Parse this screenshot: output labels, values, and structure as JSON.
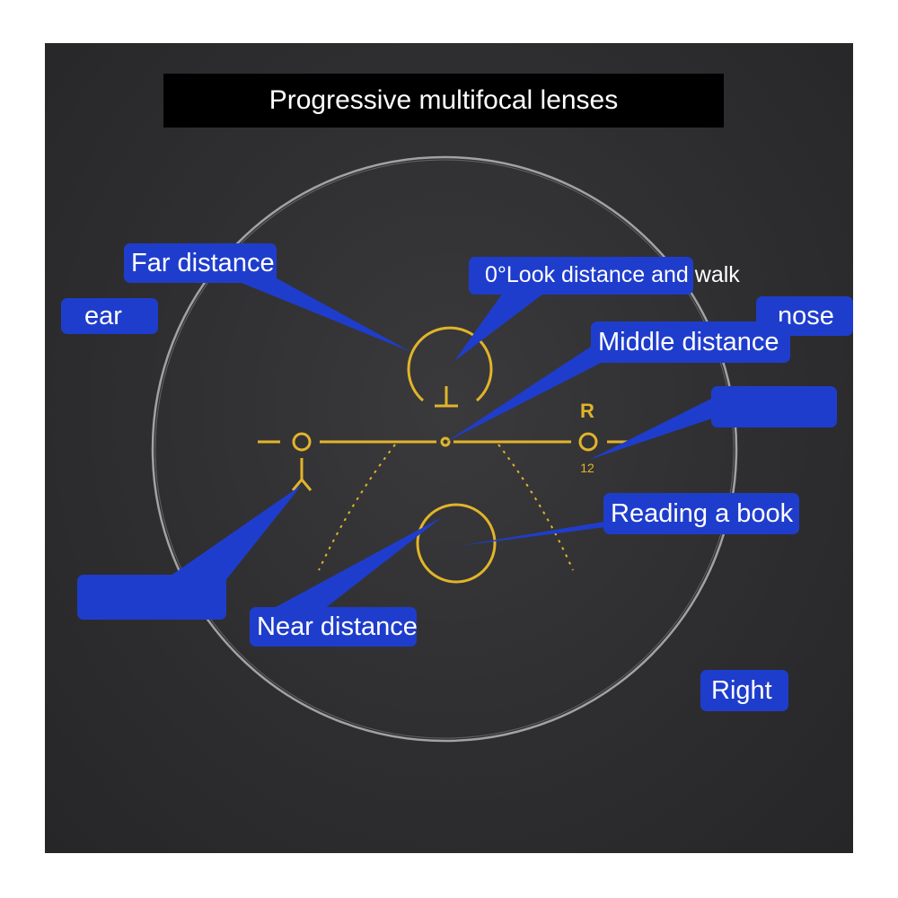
{
  "title": "Progressive multifocal lenses",
  "labels": {
    "far_distance": "Far distance",
    "look_distance": "0°Look distance and walk",
    "ear": "ear",
    "nose": "nose",
    "middle_distance": "Middle distance",
    "reading": "Reading a book",
    "near_distance": "Near distance",
    "right": "Right"
  },
  "lens_marks": {
    "side": "R",
    "number": "12"
  },
  "colors": {
    "label_bg": "#1f3dcc",
    "lens_engraving": "#e2b42a",
    "background": "#2f2f31",
    "title_bar": "#000000"
  }
}
